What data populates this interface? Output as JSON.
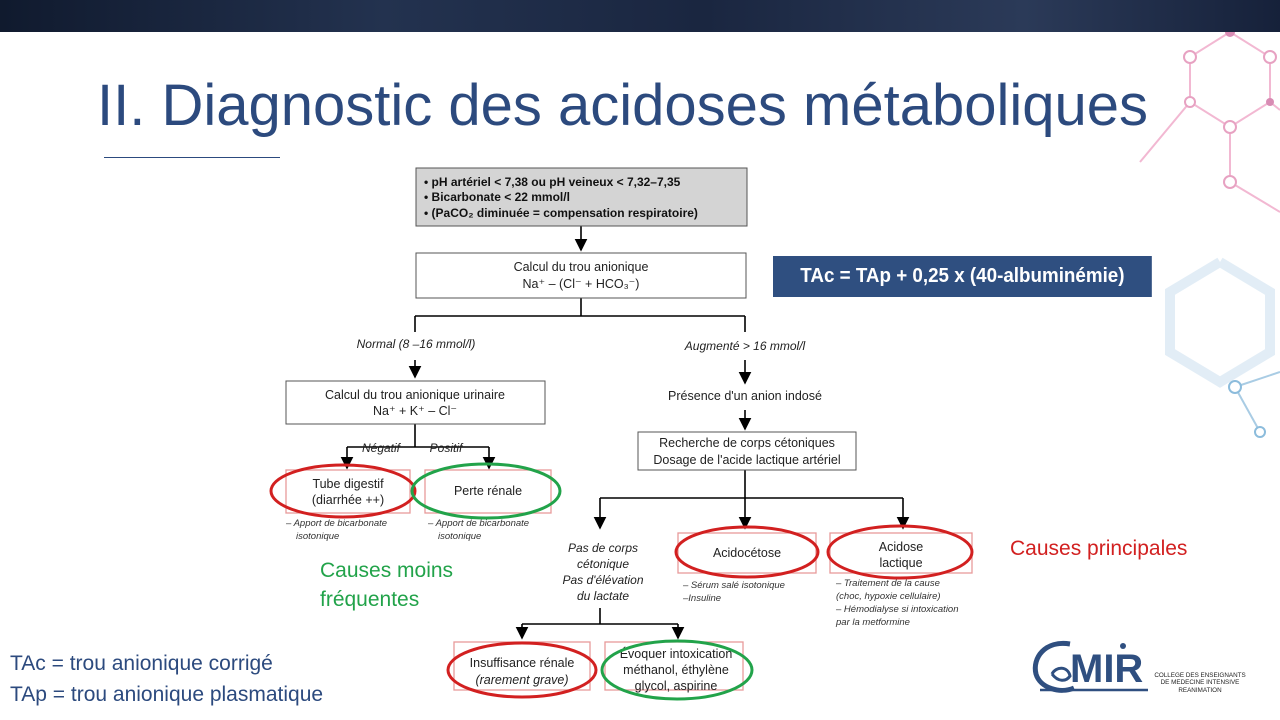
{
  "slide": {
    "title": "II. Diagnostic des acidoses métaboliques",
    "formula": "TAc = TAp + 0,25 x (40-albuminémie)",
    "causes_moins": [
      "Causes moins",
      "fréquentes"
    ],
    "causes_principales": "Causes principales",
    "definitions": [
      "TAc = trou anionique corrigé",
      "TAp = trou anionique plasmatique"
    ],
    "colors": {
      "title": "#2c4a7e",
      "formula_bg": "#2f4f80",
      "green": "#22a34a",
      "red": "#d22020"
    }
  },
  "flowchart": {
    "criteria": [
      "pH artériel < 7,38 ou pH veineux < 7,32–7,35",
      "Bicarbonate < 22 mmol/l",
      "(PaCO₂ diminuée = compensation respiratoire)"
    ],
    "trou_anionique": [
      "Calcul du trou anionique",
      "Na⁺ – (Cl⁻ + HCO₃⁻)"
    ],
    "normal": "Normal (8 –16 mmol/l)",
    "augmente": "Augmenté > 16 mmol/l",
    "urinaire": [
      "Calcul du trou anionique urinaire",
      "Na⁺ + K⁺ – Cl⁻"
    ],
    "anion_indose": "Présence d'un anion indosé",
    "negatif": "Négatif",
    "positif": "Positif",
    "recherche": [
      "Recherche de corps cétoniques",
      "Dosage de l'acide lactique artériel"
    ],
    "tube_digestif": [
      "Tube digestif",
      "(diarrhée ++)"
    ],
    "perte_renale": "Perte rénale",
    "apport_1": [
      "– Apport de bicarbonate",
      "isotonique"
    ],
    "apport_2": [
      "– Apport de bicarbonate",
      "isotonique"
    ],
    "pas_corps": [
      "Pas de corps",
      "cétonique",
      "Pas d'élévation",
      "du lactate"
    ],
    "acidocetose": "Acidocétose",
    "acidose_lactique": [
      "Acidose",
      "lactique"
    ],
    "serum": [
      "– Sérum salé isotonique",
      "–Insuline"
    ],
    "traitement": [
      "– Traitement de la cause",
      "(choc, hypoxie cellulaire)",
      "– Hémodialyse si intoxication",
      "par la metformine"
    ],
    "insuffisance": [
      "Insuffisance rénale",
      "(rarement grave)"
    ],
    "intoxication": [
      "Évoquer intoxication",
      "méthanol, éthylène",
      "glycol, aspirine"
    ]
  },
  "logo": {
    "wordmark": "MIR",
    "lines": [
      "COLLEGE DES ENSEIGNANTS",
      "DE MEDECINE INTENSIVE",
      "REANIMATION"
    ]
  }
}
